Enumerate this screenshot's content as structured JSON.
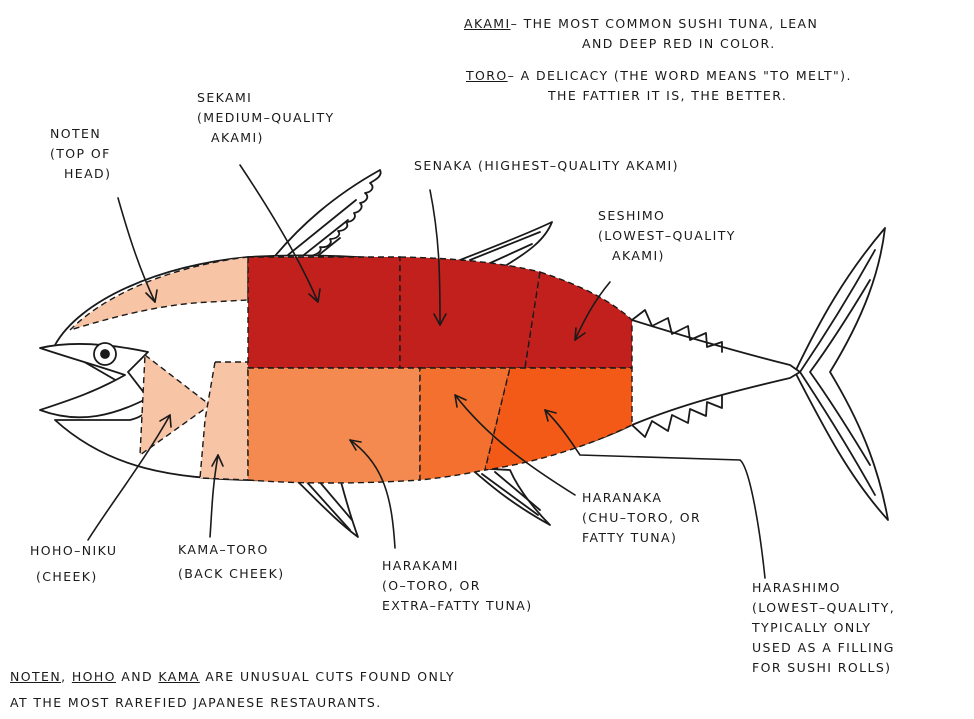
{
  "definitions": [
    {
      "term": "AKAMI",
      "sep": "–",
      "lines": [
        "THE MOST COMMON SUSHI TUNA, LEAN",
        "AND DEEP RED IN COLOR."
      ]
    },
    {
      "term": "TORO",
      "sep": "–",
      "lines": [
        "A DELICACY (THE WORD MEANS \"TO MELT\").",
        "THE FATTIER IT IS, THE BETTER."
      ]
    }
  ],
  "cuts": {
    "sekami": [
      "SEKAMI",
      "(MEDIUM–QUALITY",
      "AKAMI)"
    ],
    "noten": [
      "NOTEN",
      "(TOP OF",
      "HEAD)"
    ],
    "senaka": [
      "SENAKA (HIGHEST–QUALITY AKAMI)"
    ],
    "seshimo": [
      "SESHIMO",
      "(LOWEST–QUALITY",
      "AKAMI)"
    ],
    "hoho_niku": [
      "HOHO–NIKU",
      "(CHEEK)"
    ],
    "kama_toro": [
      "KAMA–TORO",
      "(BACK CHEEK)"
    ],
    "harakami": [
      "HARAKAMI",
      "(O–TORO, OR",
      "EXTRA–FATTY TUNA)"
    ],
    "haranaka": [
      "HARANAKA",
      "(CHU–TORO, OR",
      "FATTY TUNA)"
    ],
    "harashimo": [
      "HARASHIMO",
      "(LOWEST–QUALITY,",
      "TYPICALLY ONLY",
      "USED AS A FILLING",
      "FOR SUSHI ROLLS)"
    ]
  },
  "footnote": {
    "w1": "NOTEN",
    "s1": ", ",
    "w2": "HOHO",
    "s2": " AND ",
    "w3": "KAMA",
    "rest": " ARE UNUSUAL CUTS FOUND ONLY",
    "line2": "AT THE MOST RAREFIED JAPANESE RESTAURANTS."
  },
  "colors": {
    "outline": "#1a1a1a",
    "noten": "#f7c4a5",
    "cheek": "#f7c4a5",
    "sekami": "#c2201c",
    "senaka": "#c2201c",
    "seshimo": "#c2201c",
    "harakami": "#f58a50",
    "haranaka": "#f4702e",
    "harashimo": "#f35a18"
  }
}
